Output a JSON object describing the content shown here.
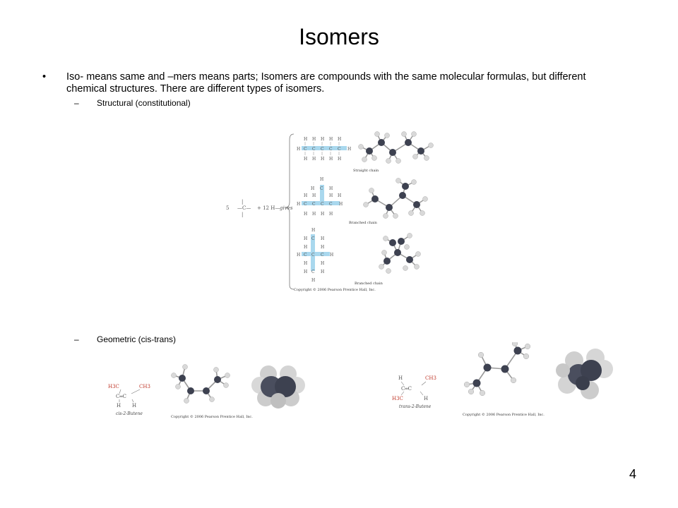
{
  "slide": {
    "title": "Isomers",
    "bullet": "Iso- means same and –mers means parts;  Isomers are compounds with the same molecular formulas, but different chemical structures.  There are different types of isomers.",
    "sub_items": [
      {
        "dash": "–",
        "label": "Structural (constitutional)"
      },
      {
        "dash": "–",
        "label": "Geometric (cis-trans)"
      }
    ],
    "page_number": "4"
  },
  "figure_structural": {
    "reaction_left": "5 ",
    "reaction_plus": "+ 12 H—",
    "reaction_gives": "gives",
    "labels": [
      "Straight chain",
      "Branched chain",
      "Branched chain"
    ],
    "copyright": "Copyright © 2006 Pearson Prentice Hall, Inc."
  },
  "figure_cis": {
    "left_group": "H3C",
    "right_group": "CH3",
    "name": "cis-2-Butene",
    "copyright": "Copyright © 2006 Pearson Prentice Hall, Inc."
  },
  "figure_trans": {
    "top_right_group": "CH3",
    "bottom_left_group": "H3C",
    "name": "trans-2-Butene",
    "copyright": "Copyright © 2006 Pearson Prentice Hall, Inc."
  },
  "colors": {
    "highlight": "#a9d8ee",
    "atom_carbon": "#3d4150",
    "atom_hydrogen": "#d9d9d9",
    "group_red": "#c0392b"
  }
}
